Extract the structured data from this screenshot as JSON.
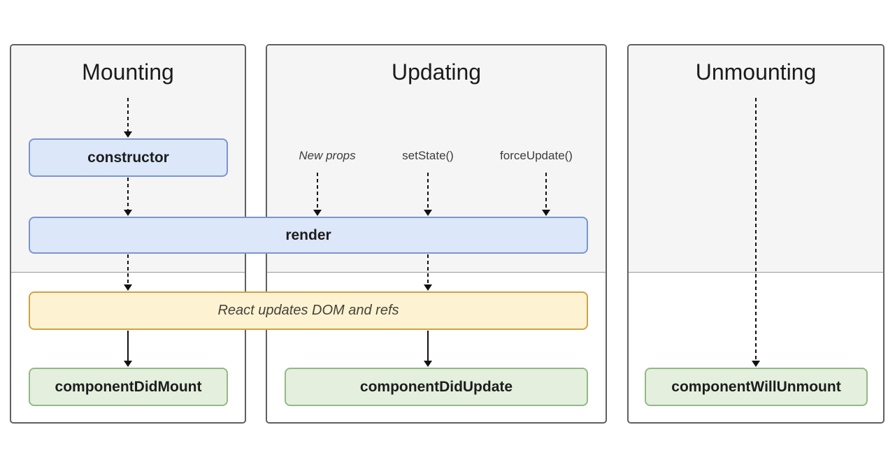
{
  "columns": [
    {
      "title": "Mounting"
    },
    {
      "title": "Updating"
    },
    {
      "title": "Unmounting"
    }
  ],
  "triggers": {
    "new_props": "New props",
    "set_state": "setState()",
    "force_update": "forceUpdate()"
  },
  "boxes": {
    "constructor": "constructor",
    "render": "render",
    "react_updates_dom": "React updates DOM and refs",
    "component_did_mount": "componentDidMount",
    "component_did_update": "componentDidUpdate",
    "component_will_unmount": "componentWillUnmount"
  },
  "colors": {
    "lifecycle_fill": "#dce7f9",
    "lifecycle_border": "#7b96cc",
    "side_effect_fill": "#fdf3d3",
    "side_effect_border": "#cfa243",
    "commit_box_fill": "#e4efde",
    "commit_box_border": "#93b985",
    "render_phase_bg": "#f5f5f5",
    "commit_phase_bg": "#ffffff",
    "column_border": "#606060",
    "phase_divider": "#999999",
    "arrow_color": "#111111",
    "title_color": "#1b1b1b",
    "label_color": "#3c3c3c"
  }
}
